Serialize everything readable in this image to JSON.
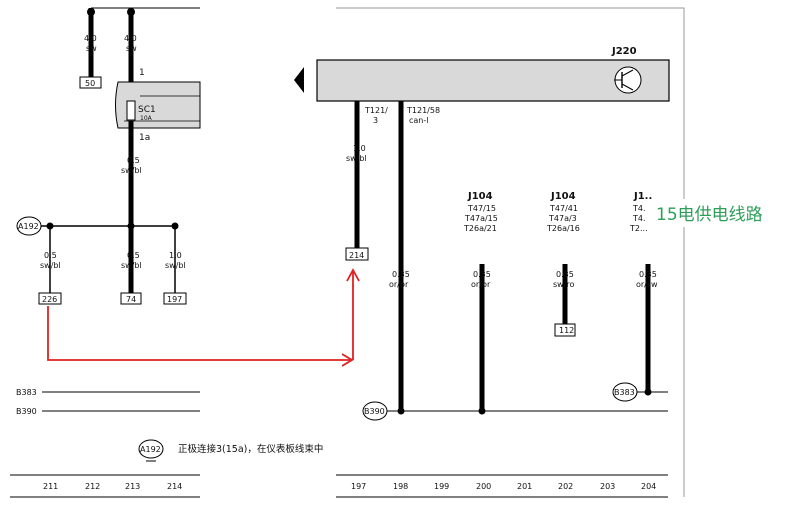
{
  "component": {
    "name": "J220"
  },
  "fuse": {
    "name": "SC1",
    "rating": "10A",
    "pin_in": "1",
    "pin_out": "1a"
  },
  "wires": {
    "top_left": {
      "size": "4.0",
      "color": "sw",
      "terminal": "50"
    },
    "top_mid": {
      "size": "4.0",
      "color": "sw"
    },
    "fuse_out": {
      "size": "0.5",
      "color": "sw/bl"
    },
    "a192_branch": {
      "size": "0.5",
      "color": "sw/bl",
      "terminal": "226"
    },
    "mid_branch": {
      "size": "0.5",
      "color": "sw/bl",
      "terminal": "74"
    },
    "right_branch": {
      "size": "1.0",
      "color": "sw/bl",
      "terminal": "197"
    },
    "j220_pin3": {
      "size": "1.0",
      "color": "sw/bl",
      "terminal": "214"
    },
    "can_l": {
      "size": "0.35",
      "color": "or/br"
    },
    "j104_a": {
      "size": "0.35",
      "color": "or/br"
    },
    "j104_b": {
      "size": "0.35",
      "color": "sw/ro",
      "terminal": "112"
    },
    "j104_c": {
      "size": "0.35",
      "color": "or/sw"
    }
  },
  "pins": {
    "j220_pin3_top": "T121/",
    "j220_pin3_bot": "3",
    "j220_pin58_top": "T121/58",
    "j220_pin58_bot": "can-l"
  },
  "modules": [
    {
      "name": "J104",
      "pins": [
        "T47/15",
        "T47a/15",
        "T26a/21"
      ]
    },
    {
      "name": "J104",
      "pins": [
        "T47/41",
        "T47a/3",
        "T26a/16"
      ]
    },
    {
      "name": "J1..",
      "pins": [
        "T4.",
        "T4.",
        "T2..."
      ]
    }
  ],
  "connectors": {
    "a192": "A192",
    "b383": "B383",
    "b390": "B390"
  },
  "bus_labels": {
    "b383": "B383",
    "b390": "B390"
  },
  "legend": {
    "symbol": "A192",
    "text": "正极连接3(15a)，在仪表板线束中"
  },
  "column_numbers": [
    "211",
    "212",
    "213",
    "214",
    "197",
    "198",
    "199",
    "200",
    "201",
    "202",
    "203",
    "204"
  ],
  "annotation": {
    "text": "15电供电线路",
    "color": "#2e9e5a"
  },
  "colors": {
    "wire": "#000000",
    "arrow": "#e02020",
    "component_fill": "#d9d9d9"
  }
}
